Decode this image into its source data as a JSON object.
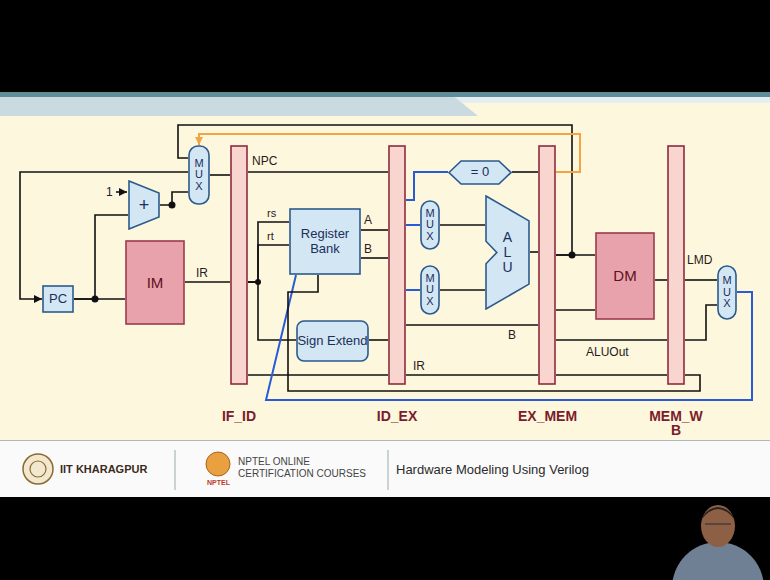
{
  "diagram": {
    "nodes": [
      {
        "text": [
          "+"
        ]
      },
      {
        "text": [
          "MUX"
        ]
      },
      {
        "text": [
          "IF_ID"
        ]
      },
      {
        "text": [
          "PC"
        ]
      },
      {
        "text": [
          "IM"
        ]
      },
      {
        "text": [
          "Register Bank"
        ]
      },
      {
        "text": [
          "Sign Extend"
        ]
      },
      {
        "text": [
          "ID_EX"
        ]
      },
      {
        "text": [
          "= 0"
        ]
      },
      {
        "text": [
          "MUX"
        ]
      },
      {
        "text": [
          "MUX"
        ]
      },
      {
        "text": [
          "ALU"
        ]
      },
      {
        "text": [
          "EX_MEM"
        ]
      },
      {
        "text": [
          "DM"
        ]
      },
      {
        "text": [
          "MEM_W B"
        ]
      },
      {
        "text": [
          "MUX"
        ]
      }
    ],
    "edges": [
      {
        "from": 3,
        "to": 4,
        "arrow": "none"
      },
      {
        "from": 3,
        "to": 0,
        "arrow": "none"
      },
      {
        "from": 0,
        "to": 1,
        "arrow": "none"
      },
      {
        "from": 1,
        "to": 2,
        "arrow": "none"
      },
      {
        "from": 1,
        "to": 3,
        "arrow": "to"
      },
      {
        "from": 4,
        "to": 2,
        "arrow": "none"
      },
      {
        "from": 12,
        "to": 1,
        "arrow": "none"
      },
      {
        "from": 12,
        "to": 1,
        "arrow": "to"
      },
      {
        "from": 2,
        "to": 7,
        "arrow": "none"
      },
      {
        "from": 2,
        "to": 5,
        "arrow": "none"
      },
      {
        "from": 2,
        "to": 5,
        "arrow": "none"
      },
      {
        "from": 2,
        "to": 6,
        "arrow": "none"
      },
      {
        "from": 2,
        "to": 7,
        "arrow": "none"
      },
      {
        "from": 5,
        "to": 7,
        "arrow": "none"
      },
      {
        "from": 5,
        "to": 7,
        "arrow": "none"
      },
      {
        "from": 6,
        "to": 7,
        "arrow": "none"
      },
      {
        "from": 7,
        "to": 8,
        "arrow": "none"
      },
      {
        "from": 7,
        "to": 9,
        "arrow": "none"
      },
      {
        "from": 7,
        "to": 10,
        "arrow": "none"
      },
      {
        "from": 9,
        "to": 11,
        "arrow": "none"
      },
      {
        "from": 10,
        "to": 11,
        "arrow": "none"
      },
      {
        "from": 8,
        "to": 12,
        "arrow": "none"
      },
      {
        "from": 11,
        "to": 12,
        "arrow": "none"
      },
      {
        "from": 7,
        "to": 12,
        "arrow": "none"
      },
      {
        "from": 7,
        "to": 12,
        "arrow": "none"
      },
      {
        "from": 12,
        "to": 13,
        "arrow": "none"
      },
      {
        "from": 12,
        "to": 13,
        "arrow": "none"
      },
      {
        "from": 12,
        "to": 14,
        "arrow": "none"
      },
      {
        "from": 12,
        "to": 14,
        "arrow": "none"
      },
      {
        "from": 13,
        "to": 14,
        "arrow": "none"
      },
      {
        "from": 14,
        "to": 15,
        "arrow": "none"
      },
      {
        "from": 14,
        "to": 15,
        "arrow": "none"
      },
      {
        "from": 15,
        "to": 5,
        "arrow": "none"
      },
      {
        "from": 14,
        "to": 5,
        "arrow": "none"
      }
    ],
    "labels": [
      "1",
      "NPC",
      "IR",
      "rs",
      "rt",
      "A",
      "B",
      "IR",
      "B",
      "ALUOut",
      "LMD",
      "IIT KHARAGPUR",
      "NPTEL",
      "NPTEL ONLINE CERTIFICATION COURSES",
      "Hardware Modeling Using Verilog"
    ]
  }
}
